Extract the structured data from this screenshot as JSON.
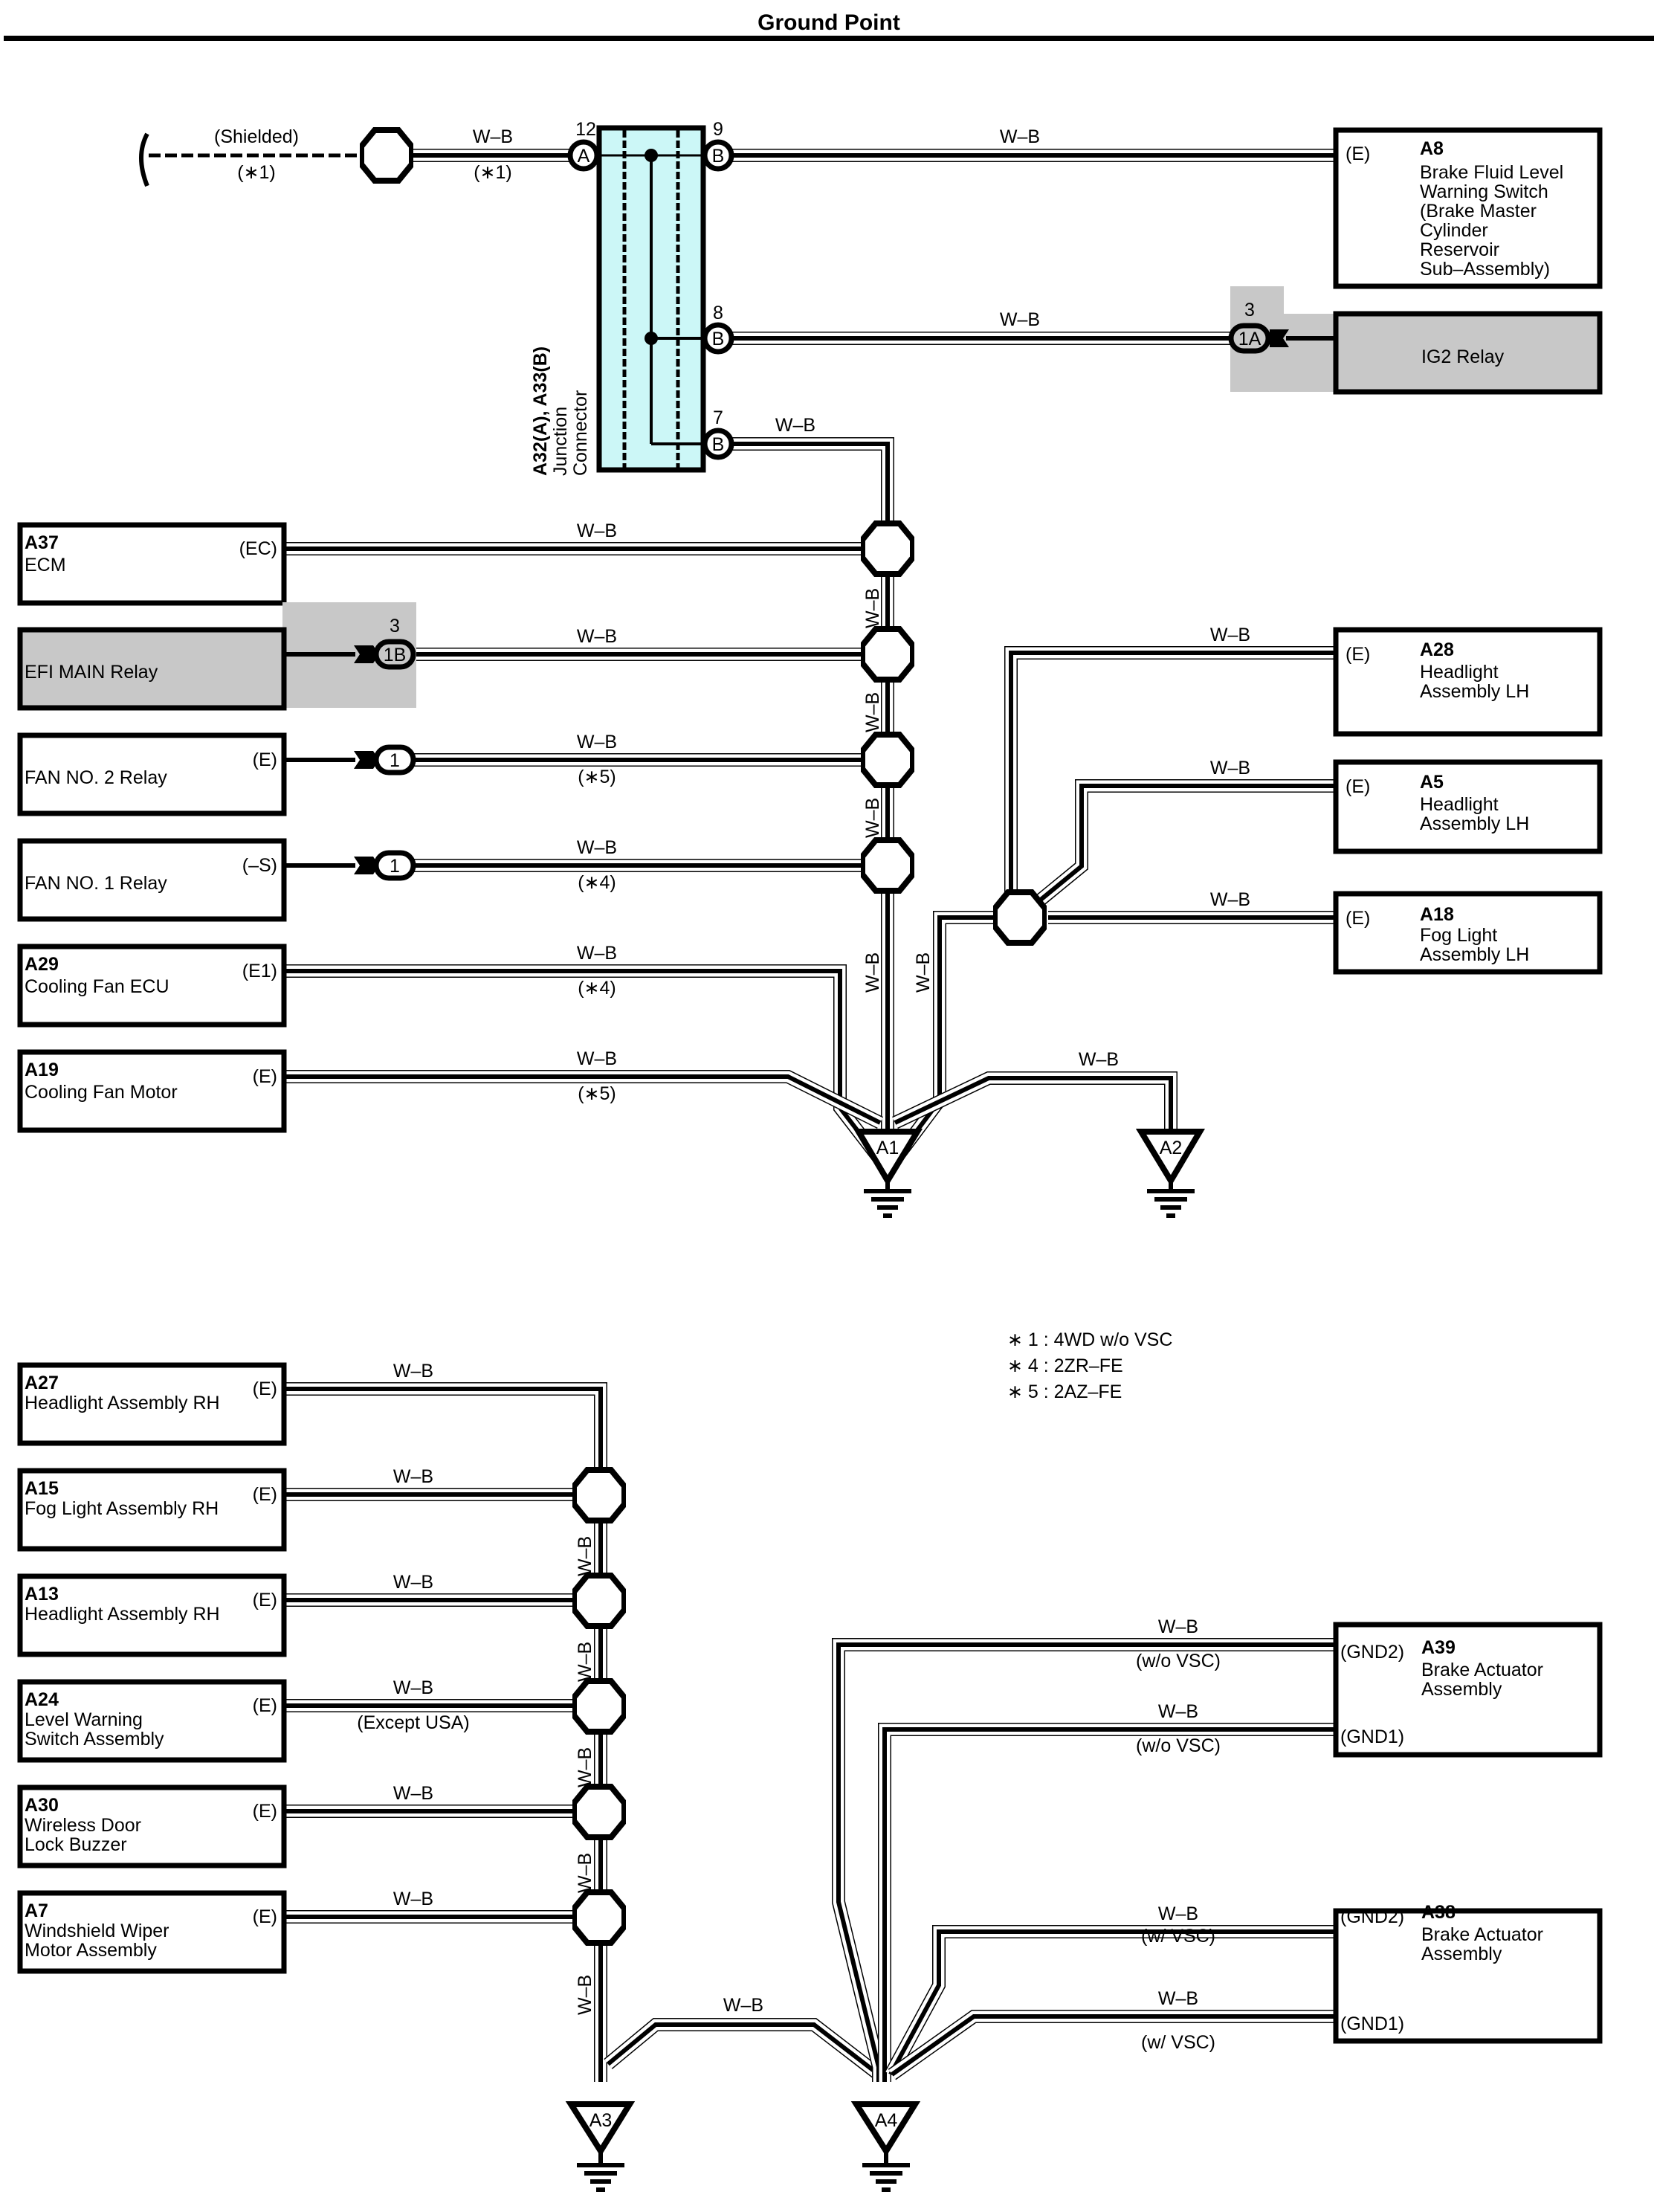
{
  "title": "Ground Point",
  "wire_color": "W–B",
  "colors": {
    "junction_fill": "#ccf7f7",
    "relay_fill": "#c8c8c8",
    "wire": "#000000"
  },
  "shielded": {
    "label": "(Shielded)",
    "note": "(∗1)",
    "wire_note": "(∗1)"
  },
  "junction": {
    "name_line1": "A32(A), A33(B)",
    "name_line2": "Junction",
    "name_line3": "Connector",
    "pins": [
      {
        "num": "12",
        "conn": "A"
      },
      {
        "num": "9",
        "conn": "B"
      },
      {
        "num": "8",
        "conn": "B"
      },
      {
        "num": "7",
        "conn": "B"
      }
    ]
  },
  "components_top": [
    {
      "id": "A8",
      "lines": [
        "Brake Fluid Level",
        "Warning Switch",
        "(Brake Master",
        " Cylinder",
        " Reservoir",
        " Sub–Assembly)"
      ],
      "terminal": "(E)"
    },
    {
      "id": "",
      "lines": [
        "IG2 Relay"
      ],
      "terminal": "",
      "pin_num": "3",
      "pin_label": "1A"
    },
    {
      "id": "A37",
      "lines": [
        "ECM"
      ],
      "terminal": "(EC)"
    },
    {
      "id": "",
      "lines": [
        "EFI MAIN Relay"
      ],
      "terminal": "",
      "pin_num": "3",
      "pin_label": "1B"
    },
    {
      "id": "",
      "lines": [
        "FAN NO. 2 Relay"
      ],
      "terminal": "(E)",
      "pin_label": "1",
      "note": "(∗5)"
    },
    {
      "id": "",
      "lines": [
        "FAN NO. 1 Relay"
      ],
      "terminal": "(–S)",
      "pin_label": "1",
      "note": "(∗4)"
    },
    {
      "id": "A29",
      "lines": [
        "Cooling Fan ECU"
      ],
      "terminal": "(E1)",
      "note": "(∗4)"
    },
    {
      "id": "A19",
      "lines": [
        "Cooling Fan Motor"
      ],
      "terminal": "(E)",
      "note": "(∗5)"
    },
    {
      "id": "A28",
      "lines": [
        "Headlight",
        "Assembly LH"
      ],
      "terminal": "(E)"
    },
    {
      "id": "A5",
      "lines": [
        "Headlight",
        "Assembly LH"
      ],
      "terminal": "(E)"
    },
    {
      "id": "A18",
      "lines": [
        "Fog Light",
        "Assembly LH"
      ],
      "terminal": "(E)"
    }
  ],
  "components_bottom": [
    {
      "id": "A27",
      "lines": [
        "Headlight Assembly RH"
      ],
      "terminal": "(E)"
    },
    {
      "id": "A15",
      "lines": [
        "Fog Light Assembly RH"
      ],
      "terminal": "(E)"
    },
    {
      "id": "A13",
      "lines": [
        "Headlight Assembly RH"
      ],
      "terminal": "(E)"
    },
    {
      "id": "A24",
      "lines": [
        "Level Warning",
        "Switch Assembly"
      ],
      "terminal": "(E)",
      "note": "(Except USA)"
    },
    {
      "id": "A30",
      "lines": [
        "Wireless Door",
        "Lock Buzzer"
      ],
      "terminal": "(E)"
    },
    {
      "id": "A7",
      "lines": [
        "Windshield Wiper",
        "Motor Assembly"
      ],
      "terminal": "(E)"
    },
    {
      "id": "A39",
      "lines": [
        "Brake Actuator",
        "Assembly"
      ],
      "terminals": [
        "(GND2)",
        "(GND1)"
      ],
      "notes": [
        "(w/o VSC)",
        "(w/o VSC)"
      ]
    },
    {
      "id": "A38",
      "lines": [
        "Brake Actuator",
        "Assembly"
      ],
      "terminals": [
        "(GND2)",
        "(GND1)"
      ],
      "notes": [
        "(w/ VSC)",
        "(w/ VSC)"
      ]
    }
  ],
  "grounds": [
    "A1",
    "A2",
    "A3",
    "A4"
  ],
  "legend": [
    {
      "mark": "∗",
      "text": " 1 : 4WD w/o VSC"
    },
    {
      "mark": "∗",
      "text": " 4 : 2ZR–FE"
    },
    {
      "mark": "∗",
      "text": " 5 : 2AZ–FE"
    }
  ]
}
